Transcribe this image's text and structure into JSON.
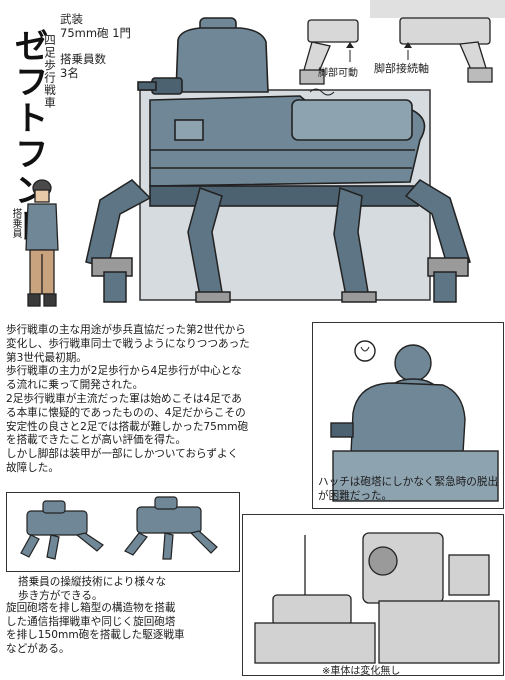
{
  "title": "ゼフトフンド",
  "type_label": "四足歩行戦車",
  "specs": {
    "armament_label": "武装",
    "armament_value": "75mm砲 1門",
    "crew_label": "搭乗員数",
    "crew_value": "3名"
  },
  "crew_figure_label": "搭乗員",
  "leg_callouts": {
    "movable": "脚部可動",
    "axis": "脚部接続軸"
  },
  "description": "歩行戦車の主な用途が歩兵直協だった第2世代から\n変化し、歩行戦車同士で戦うようになりつつあった\n第3世代最初期。\n歩行戦車の主力が2足歩行から4足歩行が中心とな\nる流れに乗って開発された。\n2足歩行戦車が主流だった軍は始めこそは4足であ\nる本車に懐疑的であったものの、4足だからこその\n安定性の良さと2足では搭載が難しかった75mm砲\nを搭載できたことが高い評価を得た。\nしかし脚部は装甲が一部にしかついておらずよく\n故障した。",
  "hatch_caption": "ハッチは砲塔にしかなく緊急時の脱出\nが困難だった。",
  "gait_caption": "搭乗員の操縦技術により様々な\n歩き方ができる。",
  "variants_caption": "旋回砲塔を排し箱型の構造物を搭載\nした通信指揮戦車や同じく旋回砲塔\nを排し150mm砲を搭載した駆逐戦車\nなどがある。",
  "variants_note": "※車体は変化無し",
  "colors": {
    "armor": "#6f8796",
    "armor_dark": "#4d6270",
    "armor_light": "#8ea3b0",
    "legs": "#5e7585",
    "joint": "#9a9a9a",
    "backdrop": "#d6dbe0",
    "ink": "#1a1a1a"
  }
}
